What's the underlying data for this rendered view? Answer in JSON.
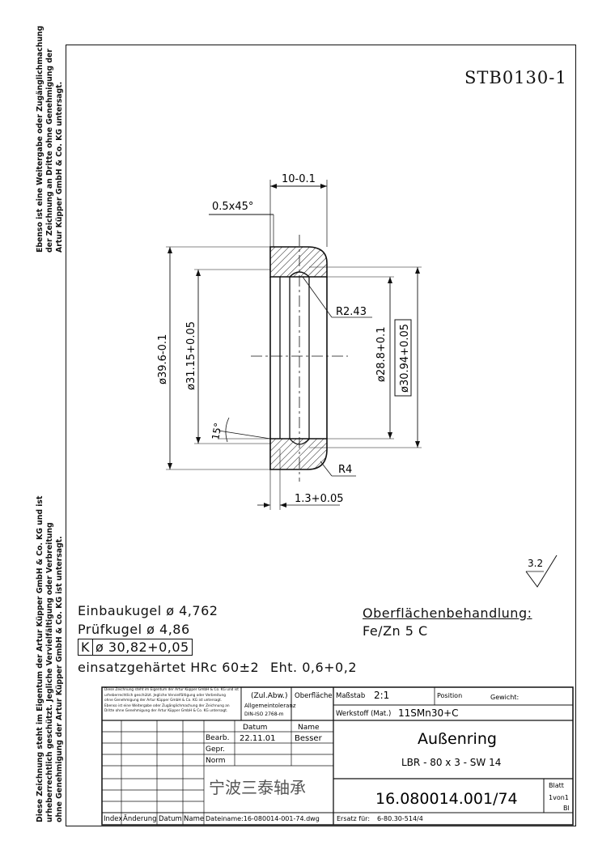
{
  "drawing": {
    "number": "STB0130-1",
    "side_notice_upper": [
      "Ebenso ist eine Weitergabe oder Zugänglichmachung",
      "der Zeichnung an Dritte ohne Genehmigung der",
      "Artur Küpper GmbH & Co. KG untersagt."
    ],
    "side_notice_lower": [
      "Diese Zeichnung steht im Eigentum der Artur Küpper GmbH & Co. KG und ist",
      "urheberrechtlich geschützt. Jegliche Vervielfältigung oder Verbreitung",
      "ohne Genehmigung der Artur Küpper GmbH & Co. KG ist untersagt."
    ]
  },
  "dimensions": {
    "width": "10-0.1",
    "chamfer": "0.5x45°",
    "outer_dia": "ø39.6-0.1",
    "bore_dia": "ø31.15+0.05",
    "inner_dia": "ø28.8+0.1",
    "groove_dia": "ø30.94+0.05",
    "groove_radius": "R2.43",
    "corner_radius": "R4",
    "angle": "15°",
    "lip": "1.3+0.05",
    "roughness": "3.2"
  },
  "notes": {
    "install_ball": "Einbaukugel ø 4,762",
    "test_ball": "Prüfkugel ø 4,86",
    "k_label": "K",
    "k_value": "ø 30,82+0,05",
    "hardening": "einsatzgehärtet HRc 60±2",
    "case_depth": "Eht. 0,6+0,2",
    "surface_title": "Oberflächenbehandlung:",
    "surface_value": "Fe/Zn 5 C"
  },
  "title_block": {
    "notice": [
      "Diese Zeichnung steht im Eigentum der Artur Küpper GmbH & Co. KG und ist",
      "urheberrechtlich geschützt. Jegliche Vervielfältigung oder Verbreitung",
      "ohne Genehmigung der Artur Küpper GmbH & Co. KG ist untersagt.",
      "Ebenso ist eine Weitergabe oder Zugänglichmachung der Zeichnung an",
      "Dritte ohne Genehmigung der Artur Küpper GmbH & Co. KG untersagt."
    ],
    "tolerance_1": "(Zul.Abw.)",
    "tolerance_2": "Allgemeintoleranz",
    "tolerance_3": "DIN-ISO 2768-m",
    "surface_label": "Oberfläche",
    "scale_label": "Maßstab",
    "scale_value": "2:1",
    "position_label": "Position",
    "weight_label": "Gewicht:",
    "material_label": "Werkstoff (Mat.)",
    "material_value": "11SMn30+C",
    "date_header": "Datum",
    "name_header": "Name",
    "row_bearb": "Bearb.",
    "row_bearb_date": "22.11.01",
    "row_bearb_name": "Besser",
    "row_gepr": "Gepr.",
    "row_norm": "Norm",
    "title": "Außenring",
    "subtitle": "LBR - 80 x 3 - SW 14",
    "part_number": "16.080014.001/74",
    "sheet_label": "Blatt",
    "sheet_value": "1von1",
    "sheet_count": "Bl",
    "stamp": "宁波三泰轴承",
    "col_index": "Index",
    "col_change": "Änderung",
    "col_date": "Datum",
    "col_name": "Name",
    "filename": "Dateiname:16-080014-001-74.dwg",
    "replaces": "Ersatz für:",
    "replaces_value": "6-80.30-514/4"
  }
}
